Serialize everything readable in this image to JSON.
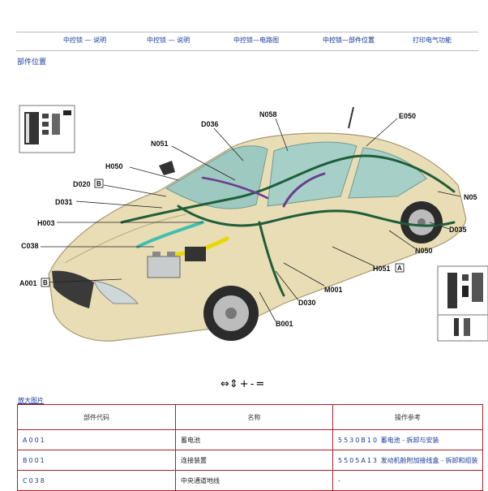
{
  "nav": {
    "items": [
      "中控锁 — 说明",
      "中控锁 — 说明",
      "中控锁—电路图",
      "中控锁—部件位置",
      "打印电气功能"
    ]
  },
  "section_title": "部件位置",
  "diagram": {
    "labels": {
      "d036": "D036",
      "n058": "N058",
      "e050": "E050",
      "n051": "N051",
      "h050": "H050",
      "d020": "D020",
      "d020_badge": "B",
      "d031": "D031",
      "h003": "H003",
      "c038": "C038",
      "a001": "A001",
      "a001_badge": "B",
      "n05_": "N05",
      "d035": "D035",
      "n050": "N050",
      "h051": "H051",
      "h051_badge": "A",
      "m001": "M001",
      "d030": "D030",
      "b001": "B001"
    },
    "colors": {
      "body": "#e8ddb5",
      "glass": "#9ec9c0",
      "harness_green": "#1f5e3a",
      "harness_purple": "#6a3f8f",
      "harness_yellow": "#e8d800",
      "label": "#111111"
    }
  },
  "controls": {
    "arrows": "⇔⇕",
    "plus": "+",
    "minus": "-",
    "equals": "="
  },
  "zoom_link": "放大图片",
  "table": {
    "headers": [
      "部件代码",
      "名称",
      "操作参考"
    ],
    "rows": [
      {
        "code": "A001",
        "name": "蓄电池",
        "ref_code": "5530B10",
        "ref_text": "蓄电池 - 拆卸与安装"
      },
      {
        "code": "B001",
        "name": "连接装置",
        "ref_code": "5505A13",
        "ref_text": "发动机舱附加接线盒 - 拆卸和组装"
      },
      {
        "code": "C038",
        "name": "中央通道地线",
        "ref_code": "",
        "ref_text": "-"
      }
    ]
  }
}
